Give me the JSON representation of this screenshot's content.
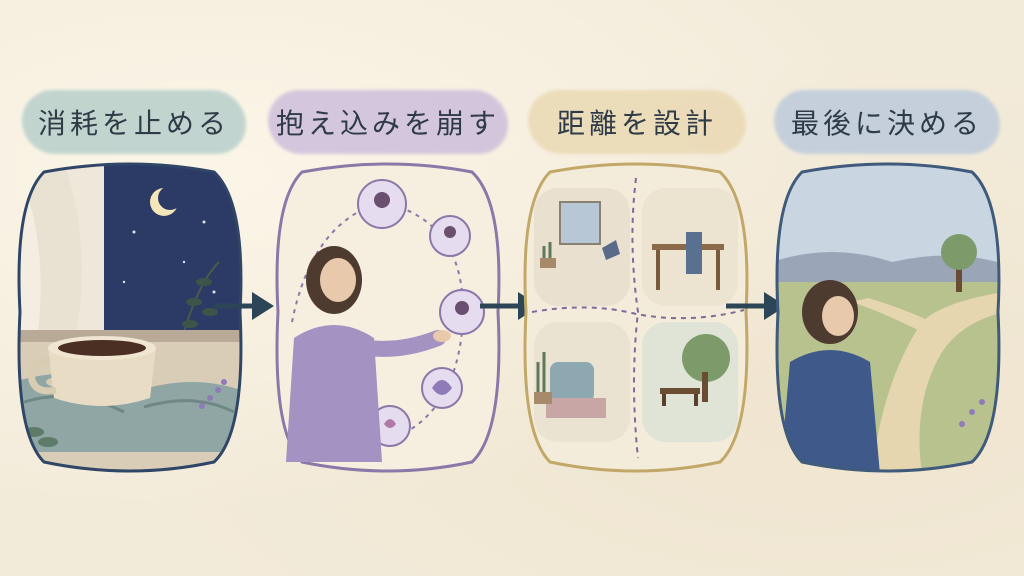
{
  "steps": [
    {
      "label": "消耗を止める",
      "wash": "#b9cfcb"
    },
    {
      "label": "抱え込みを崩す",
      "wash": "#cdbfdc"
    },
    {
      "label": "距離を設計",
      "wash": "#ead9b4"
    },
    {
      "label": "最後に決める",
      "wash": "#bccbdc"
    }
  ],
  "icons": {
    "step1": "coffee-cup-night-window",
    "step2": "woman-reaching-support-circle",
    "step3": "four-rooms-divided",
    "step4": "woman-at-forked-path"
  },
  "colors": {
    "ink": "#2c4658",
    "frame_blue": "#3f5a7a",
    "frame_purple": "#8a78a8",
    "frame_gold": "#c2a868"
  }
}
